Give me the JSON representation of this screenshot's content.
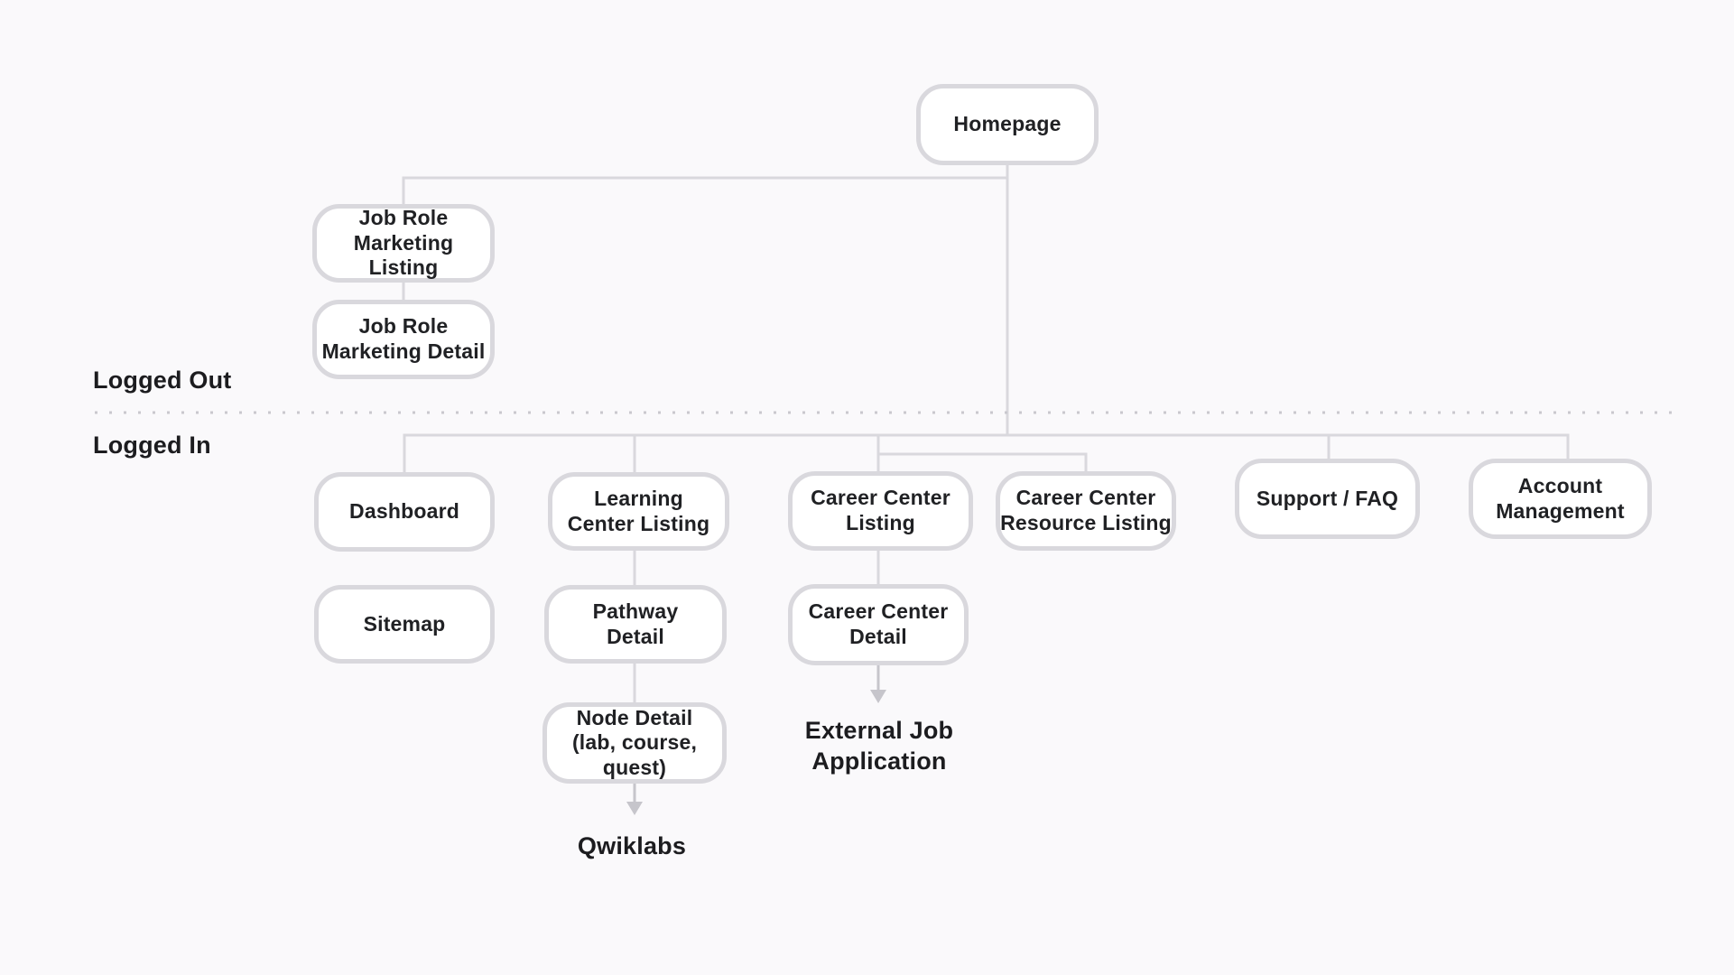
{
  "diagram": {
    "title": "Site map flowchart",
    "type": "sitemap-tree"
  },
  "palette": {
    "background": "#faf9fb",
    "node_fill": "#ffffff",
    "node_border": "#d9d8dd",
    "connector": "#d9d8dd",
    "divider_dots": "#c9c8ce",
    "arrow": "#c6c5cb",
    "text": "#202124"
  },
  "sections": {
    "logged_out": "Logged Out",
    "logged_in": "Logged In"
  },
  "nodes": {
    "homepage": {
      "label": "Homepage"
    },
    "job_role_marketing_listing": {
      "label": "Job Role\nMarketing Listing"
    },
    "job_role_marketing_detail": {
      "label": "Job Role\nMarketing Detail"
    },
    "dashboard": {
      "label": "Dashboard"
    },
    "learning_center_listing": {
      "label": "Learning\nCenter Listing"
    },
    "career_center_listing": {
      "label": "Career Center\nListing"
    },
    "career_center_resource_listing": {
      "label": "Career Center\nResource Listing"
    },
    "support_faq": {
      "label": "Support / FAQ"
    },
    "account_management": {
      "label": "Account\nManagement"
    },
    "sitemap": {
      "label": "Sitemap"
    },
    "pathway_detail": {
      "label": "Pathway\nDetail"
    },
    "career_center_detail": {
      "label": "Career Center\nDetail"
    },
    "node_detail": {
      "label": "Node Detail\n(lab, course,\nquest)"
    }
  },
  "free_text": {
    "external_job_application": "External Job\nApplication",
    "qwiklabs": "Qwiklabs"
  }
}
